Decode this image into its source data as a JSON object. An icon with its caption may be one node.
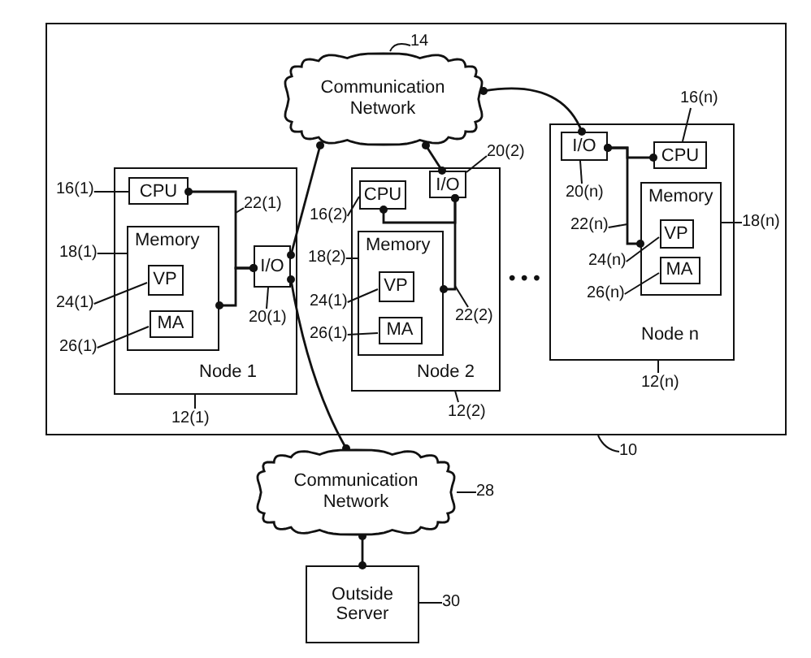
{
  "diagram": {
    "nodes": [
      {
        "text": [],
        "shape": "box"
      },
      {
        "text": [
          "14"
        ],
        "in": 0
      },
      {
        "text": [
          "Communication Network"
        ],
        "in": 0
      },
      {
        "text": [
          "20(2)"
        ],
        "in": 0
      },
      {
        "text": [
          "16(n)"
        ],
        "in": 0
      },
      {
        "text": [
          "Node 1"
        ],
        "in": 0
      },
      {
        "text": [
          "CPU"
        ],
        "in": 5
      },
      {
        "text": [
          "Memory"
        ],
        "in": 5
      },
      {
        "text": [
          "VP"
        ],
        "in": 7
      },
      {
        "text": [
          "MA"
        ],
        "in": 7
      },
      {
        "text": [
          "I/O"
        ],
        "in": 5
      },
      {
        "text": [
          "22(1)"
        ],
        "in": 5
      },
      {
        "text": [
          "20(1)"
        ],
        "in": 5
      },
      {
        "text": [
          "16(1)"
        ],
        "in": 0
      },
      {
        "text": [
          "18(1)"
        ],
        "in": 0
      },
      {
        "text": [
          "24(1)"
        ],
        "in": 0
      },
      {
        "text": [
          "26(1)"
        ],
        "in": 0
      },
      {
        "text": [
          "12(1)"
        ],
        "in": 0
      },
      {
        "text": [
          "Node 2"
        ],
        "in": 0
      },
      {
        "text": [
          "CPU"
        ],
        "in": 18
      },
      {
        "text": [
          "I/O"
        ],
        "in": 18
      },
      {
        "text": [
          "Memory"
        ],
        "in": 18
      },
      {
        "text": [
          "VP"
        ],
        "in": 21
      },
      {
        "text": [
          "MA"
        ],
        "in": 21
      },
      {
        "text": [
          "22(2)"
        ],
        "in": 18
      },
      {
        "text": [
          "16(2)"
        ],
        "in": 0
      },
      {
        "text": [
          "18(2)"
        ],
        "in": 0
      },
      {
        "text": [
          "24(1)"
        ],
        "in": 0
      },
      {
        "text": [
          "26(1)"
        ],
        "in": 0
      },
      {
        "text": [
          "12(2)"
        ],
        "in": 0
      },
      {
        "text": [
          "Node n"
        ],
        "in": 0
      },
      {
        "text": [
          "I/O"
        ],
        "in": 30
      },
      {
        "text": [
          "CPU"
        ],
        "in": 30
      },
      {
        "text": [
          "Memory"
        ],
        "in": 30
      },
      {
        "text": [
          "VP"
        ],
        "in": 33
      },
      {
        "text": [
          "MA"
        ],
        "in": 33
      },
      {
        "text": [
          "20(n)"
        ],
        "in": 30
      },
      {
        "text": [
          "22(n)"
        ],
        "in": 30
      },
      {
        "text": [
          "24(n)"
        ],
        "in": 30
      },
      {
        "text": [
          "26(n)"
        ],
        "in": 30
      },
      {
        "text": [
          "18(n)"
        ],
        "in": 0
      },
      {
        "text": [
          "12(n)"
        ],
        "in": 0
      },
      {
        "text": [
          "10"
        ]
      },
      {
        "text": [
          "Communication Network"
        ]
      },
      {
        "text": [
          "28"
        ]
      },
      {
        "text": [
          "Outside Server"
        ]
      },
      {
        "text": [
          "30"
        ]
      }
    ],
    "edges": [
      {
        "from": 2,
        "to": 10,
        "arrow": "other"
      },
      {
        "from": 2,
        "to": 20,
        "arrow": "other"
      },
      {
        "from": 2,
        "to": 31,
        "arrow": "other"
      },
      {
        "from": 10,
        "to": 43,
        "arrow": "other"
      },
      {
        "from": 43,
        "to": 45,
        "arrow": "other"
      },
      {
        "from": 6,
        "to": 10,
        "arrow": "other"
      },
      {
        "from": 7,
        "to": 10,
        "arrow": "other"
      },
      {
        "from": 19,
        "to": 20,
        "arrow": "other"
      },
      {
        "from": 21,
        "to": 20,
        "arrow": "other"
      },
      {
        "from": 31,
        "to": 32,
        "arrow": "other"
      },
      {
        "from": 31,
        "to": 33,
        "arrow": "other"
      },
      {
        "from": 1,
        "to": 2,
        "arrow": "none"
      },
      {
        "from": 3,
        "to": 20,
        "arrow": "none"
      },
      {
        "from": 4,
        "to": 32,
        "arrow": "none"
      },
      {
        "from": 11,
        "to": null,
        "arrow": "none"
      },
      {
        "from": 12,
        "to": 10,
        "arrow": "none"
      },
      {
        "from": 13,
        "to": 6,
        "arrow": "none"
      },
      {
        "from": 14,
        "to": 7,
        "arrow": "none"
      },
      {
        "from": 15,
        "to": 8,
        "arrow": "none"
      },
      {
        "from": 16,
        "to": 9,
        "arrow": "none"
      },
      {
        "from": 17,
        "to": 5,
        "arrow": "none"
      },
      {
        "from": 24,
        "to": null,
        "arrow": "none"
      },
      {
        "from": 25,
        "to": 19,
        "arrow": "none"
      },
      {
        "from": 26,
        "to": 21,
        "arrow": "none"
      },
      {
        "from": 27,
        "to": 22,
        "arrow": "none"
      },
      {
        "from": 28,
        "to": 23,
        "arrow": "none"
      },
      {
        "from": 29,
        "to": 18,
        "arrow": "none"
      },
      {
        "from": 36,
        "to": 31,
        "arrow": "none"
      },
      {
        "from": 37,
        "to": null,
        "arrow": "none"
      },
      {
        "from": 38,
        "to": 34,
        "arrow": "none"
      },
      {
        "from": 39,
        "to": 35,
        "arrow": "none"
      },
      {
        "from": 40,
        "to": 33,
        "arrow": "none"
      },
      {
        "from": 41,
        "to": 30,
        "arrow": "none"
      },
      {
        "from": 42,
        "to": 0,
        "arrow": "none"
      },
      {
        "from": 44,
        "to": 43,
        "arrow": "none"
      },
      {
        "from": 46,
        "to": 45,
        "arrow": "none"
      }
    ],
    "labels": [
      "• • •"
    ]
  }
}
